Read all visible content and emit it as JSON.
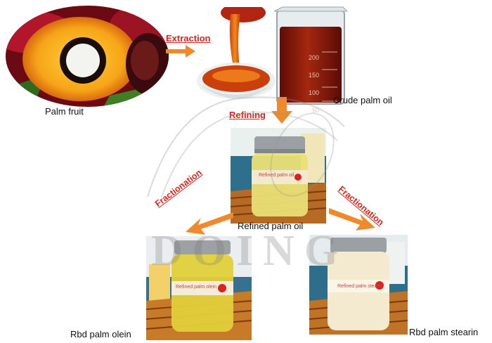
{
  "captions": {
    "palm_fruit": "Palm fruit",
    "crude_palm_oil": "Crude palm oil",
    "refined_palm_oil": "Refined palm oil",
    "rbd_palm_olein": "Rbd palm olein",
    "rbd_palm_stearin": "Rbd palm stearin"
  },
  "steps": {
    "extraction": "Extraction",
    "refining": "Refining",
    "fractionation_left": "Fractionation",
    "fractionation_right": "Fractionation"
  },
  "jar_labels": {
    "refined": "Refined palm oil",
    "olein": "Refined palm olein",
    "stearin": "Refined palm stearin"
  },
  "beaker_scale": [
    "200",
    "150",
    "100",
    "50"
  ],
  "watermark": "DOING",
  "colors": {
    "arrow": "#ee8a2c",
    "step_text": "#d9241b",
    "crude_oil": "#8e1b0c",
    "refined_oil": "#e6d05a",
    "stearin": "#f1e7c3"
  }
}
